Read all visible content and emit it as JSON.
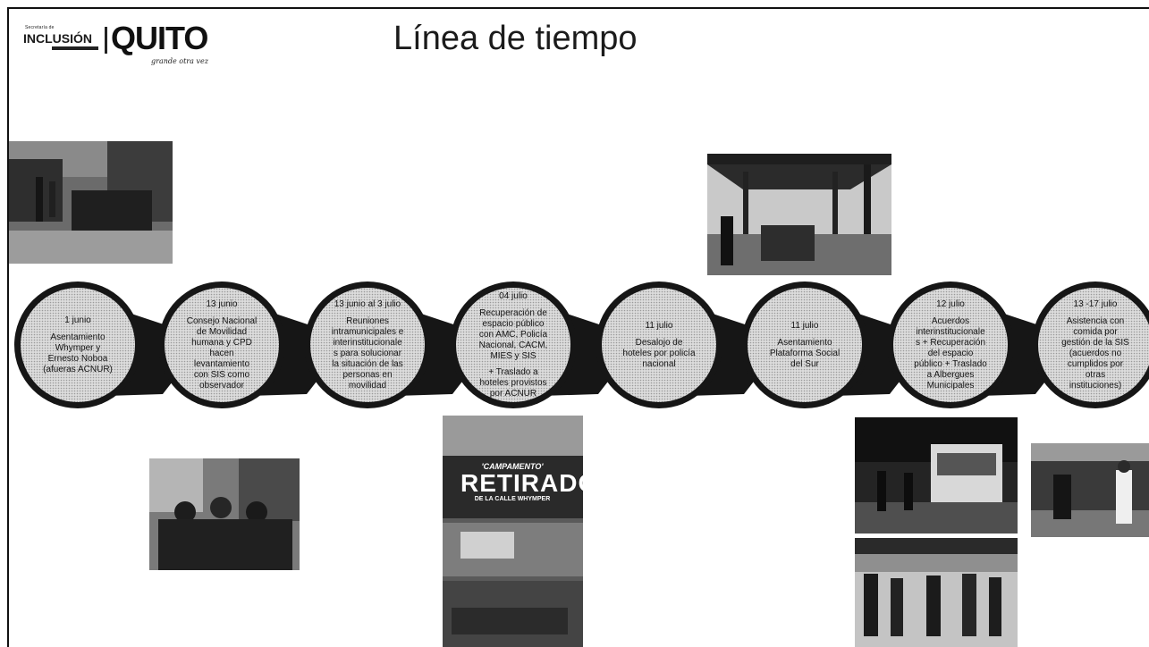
{
  "logo": {
    "secretaria": "Secretaría de",
    "inclusion": "INCLUSIÓN",
    "quito": "QUITO",
    "tagline": "grande otra vez"
  },
  "title": "Línea de tiempo",
  "events": [
    {
      "date": "1 junio",
      "lines": [
        "Asentamiento",
        "Whymper y",
        "Ernesto Noboa",
        "(afueras ACNUR)"
      ]
    },
    {
      "date": "13 junio",
      "lines": [
        "Consejo Nacional",
        "de Movilidad",
        "humana y CPD",
        "hacen",
        "levantamiento",
        "con SIS como",
        "observador"
      ]
    },
    {
      "date": "13 junio al 3 julio",
      "lines": [
        "Reuniones",
        "intramunicipales e",
        "interinstitucionale",
        "s para solucionar",
        "la situación de las",
        "personas en",
        "movilidad"
      ]
    },
    {
      "date": "04 julio",
      "lines": [
        "Recuperación de",
        "espacio público",
        "con AMC, Policía",
        "Nacional, CACM,",
        "MIES y SIS"
      ],
      "extra": [
        "+ Traslado a",
        "hoteles provistos",
        "por ACNUR"
      ]
    },
    {
      "date": "11 julio",
      "lines": [
        "Desalojo de",
        "hoteles por policía",
        "nacional"
      ]
    },
    {
      "date": "11 julio",
      "lines": [
        "Asentamiento",
        "Plataforma Social",
        "del Sur"
      ]
    },
    {
      "date": "12 julio",
      "lines": [
        "Acuerdos",
        "interinstitucionale",
        "s + Recuperación",
        "del espacio",
        "público + Traslado",
        "a Albergues",
        "Municipales"
      ]
    },
    {
      "date": "13 -17 julio",
      "lines": [
        "Asistencia con",
        "comida por",
        "gestión de la SIS",
        "(acuerdos no",
        "cumplidos por",
        "otras",
        "instituciones)"
      ]
    }
  ],
  "newspaper": {
    "kicker": "'CAMPAMENTO'",
    "headline": "RETIRADO",
    "sub": "DE LA CALLE WHYMPER"
  },
  "colors": {
    "ribbon": "#161616",
    "circle_fill": "#d9d9d9",
    "circle_dot": "#9a9a9a",
    "text": "#151515"
  }
}
